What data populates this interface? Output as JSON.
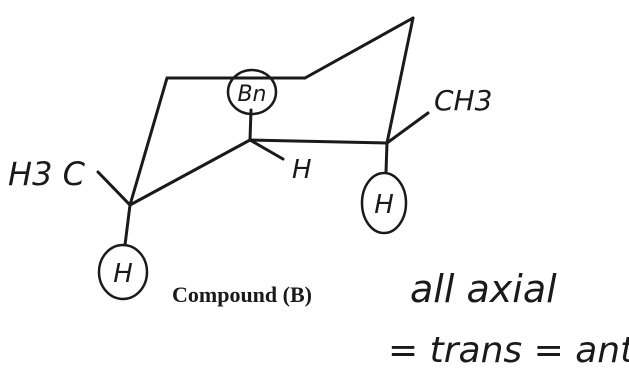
{
  "diagram": {
    "substituents": {
      "top_axial": "Bn",
      "right_equatorial": "CH3",
      "right_axial_h": "H",
      "left_equatorial": "H3 C",
      "left_axial_h": "H",
      "middle_h": "H"
    },
    "caption": "Compound (B)",
    "notes": {
      "line1": "all axial",
      "line2": "= trans = anti"
    }
  }
}
